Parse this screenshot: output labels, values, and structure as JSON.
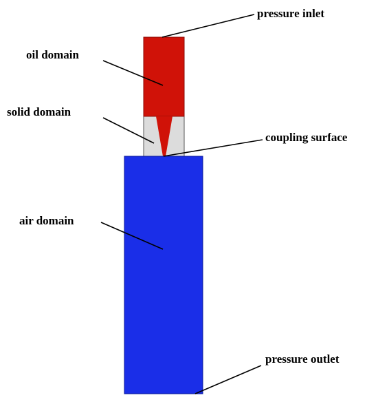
{
  "labels": {
    "pressure_inlet": "pressure inlet",
    "oil_domain": "oil domain",
    "solid_domain": "solid domain",
    "coupling_surface": "coupling surface",
    "air_domain": "air domain",
    "pressure_outlet": "pressure outlet"
  },
  "colors": {
    "oil": "#d01208",
    "solid": "#dcdcdc",
    "air": "#1a2ee8",
    "outline": "#555555"
  }
}
